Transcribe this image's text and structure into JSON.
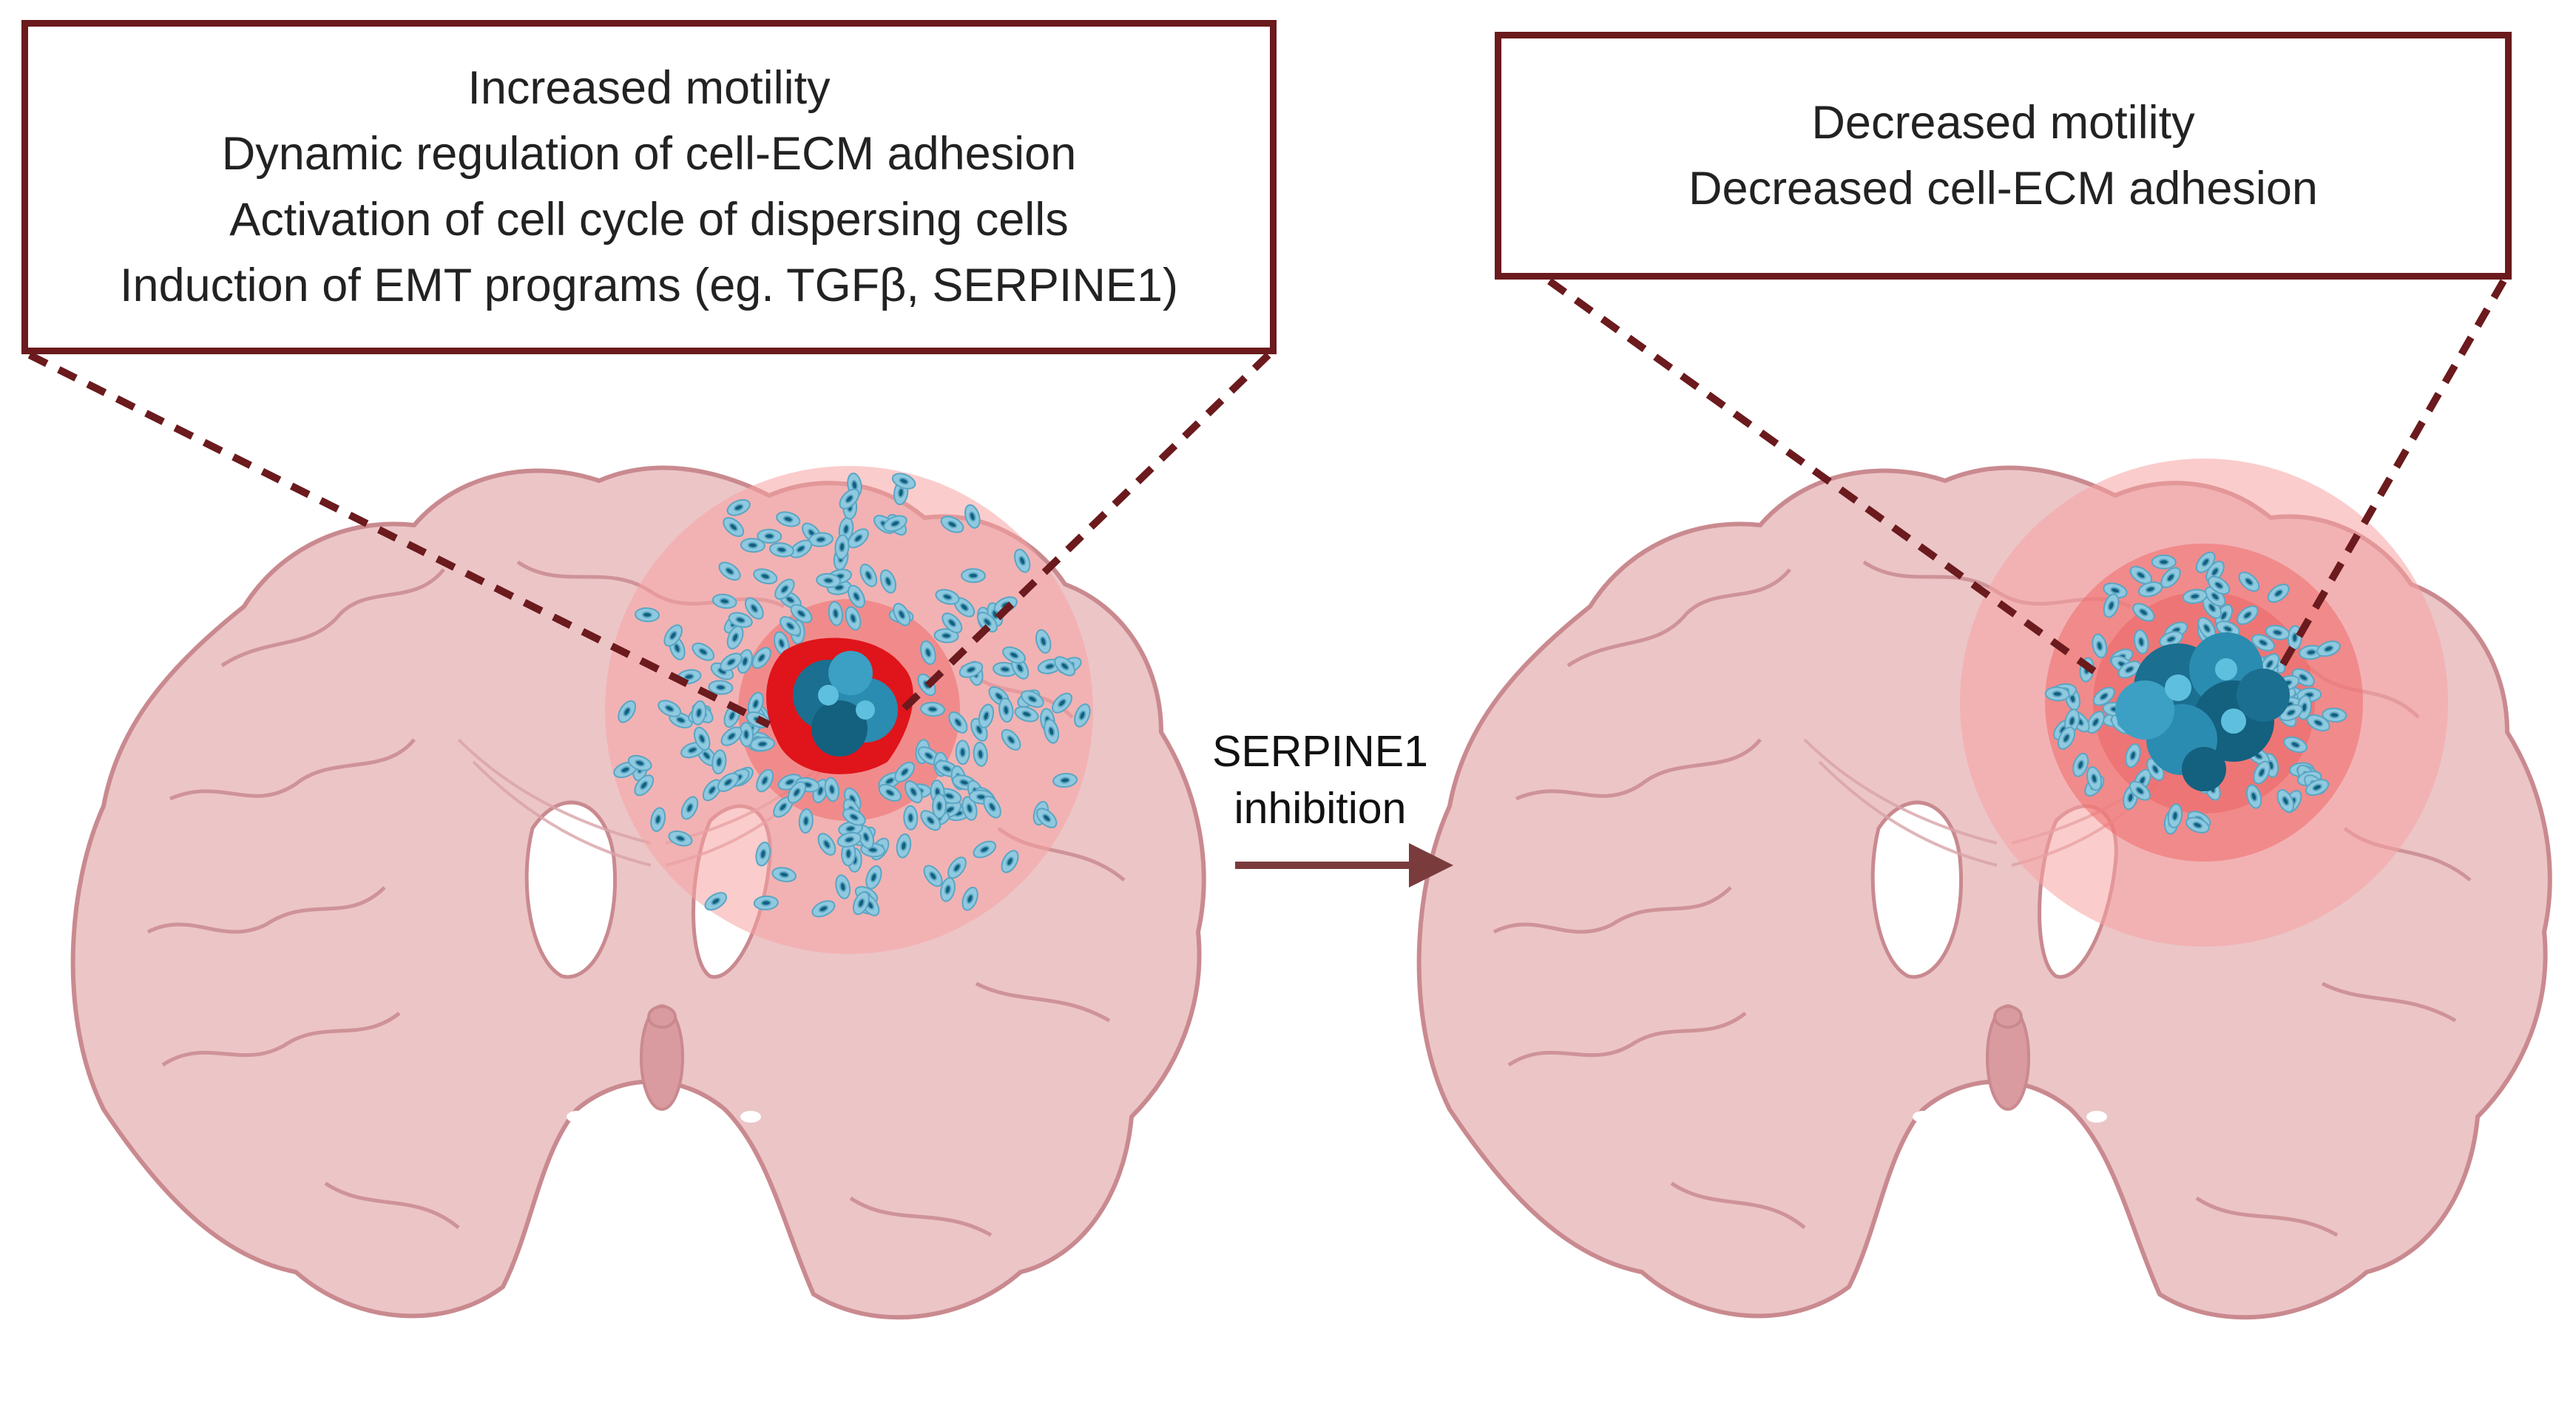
{
  "panels": {
    "before": {
      "lines": [
        "Increased motility",
        "Dynamic regulation of cell-ECM adhesion",
        "Activation of cell cycle of dispersing cells",
        "Induction of EMT programs (eg. TGFβ, SERPINE1)"
      ]
    },
    "after": {
      "lines": [
        "Decreased motility",
        "Decreased cell-ECM adhesion"
      ]
    }
  },
  "treatment": {
    "line1": "SERPINE1",
    "line2": "inhibition"
  },
  "colors": {
    "frame": "#6b1a1d",
    "brain_fill": "#ecc5c7",
    "brain_stroke": "#c98a8f",
    "halo": "#f06a6a",
    "cell_light": "#8ec9df",
    "cell_dark": "#14607f",
    "necrosis": "#e0141b"
  },
  "icons": [
    "brain-coronal-section-icon",
    "migrating-cell-icon",
    "tumor-core-icon",
    "arrow-right-icon"
  ]
}
